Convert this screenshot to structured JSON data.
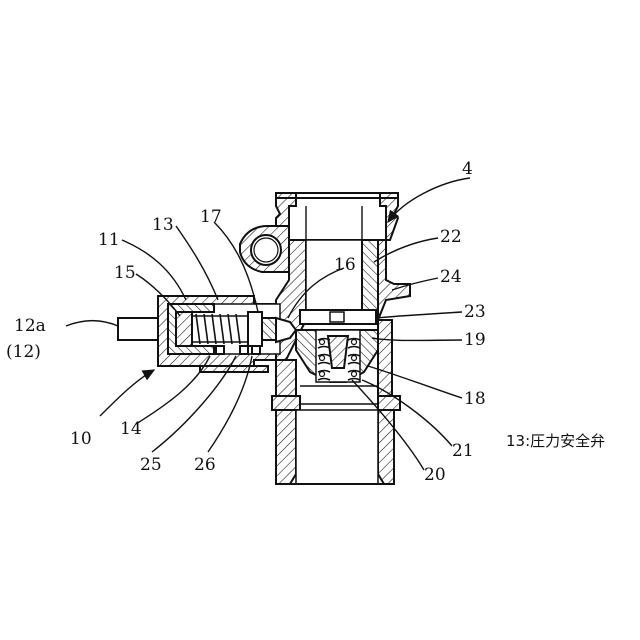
{
  "labels": {
    "l4": "4",
    "l22": "22",
    "l24": "24",
    "l23": "23",
    "l19": "19",
    "l18": "18",
    "l21": "21",
    "l20": "20",
    "l16": "16",
    "l17": "17",
    "l13": "13",
    "l11": "11",
    "l15": "15",
    "l12a": "12a",
    "l12": "(12)",
    "l10": "10",
    "l14": "14",
    "l25": "25",
    "l26": "26"
  },
  "caption": "13:圧力安全弁"
}
